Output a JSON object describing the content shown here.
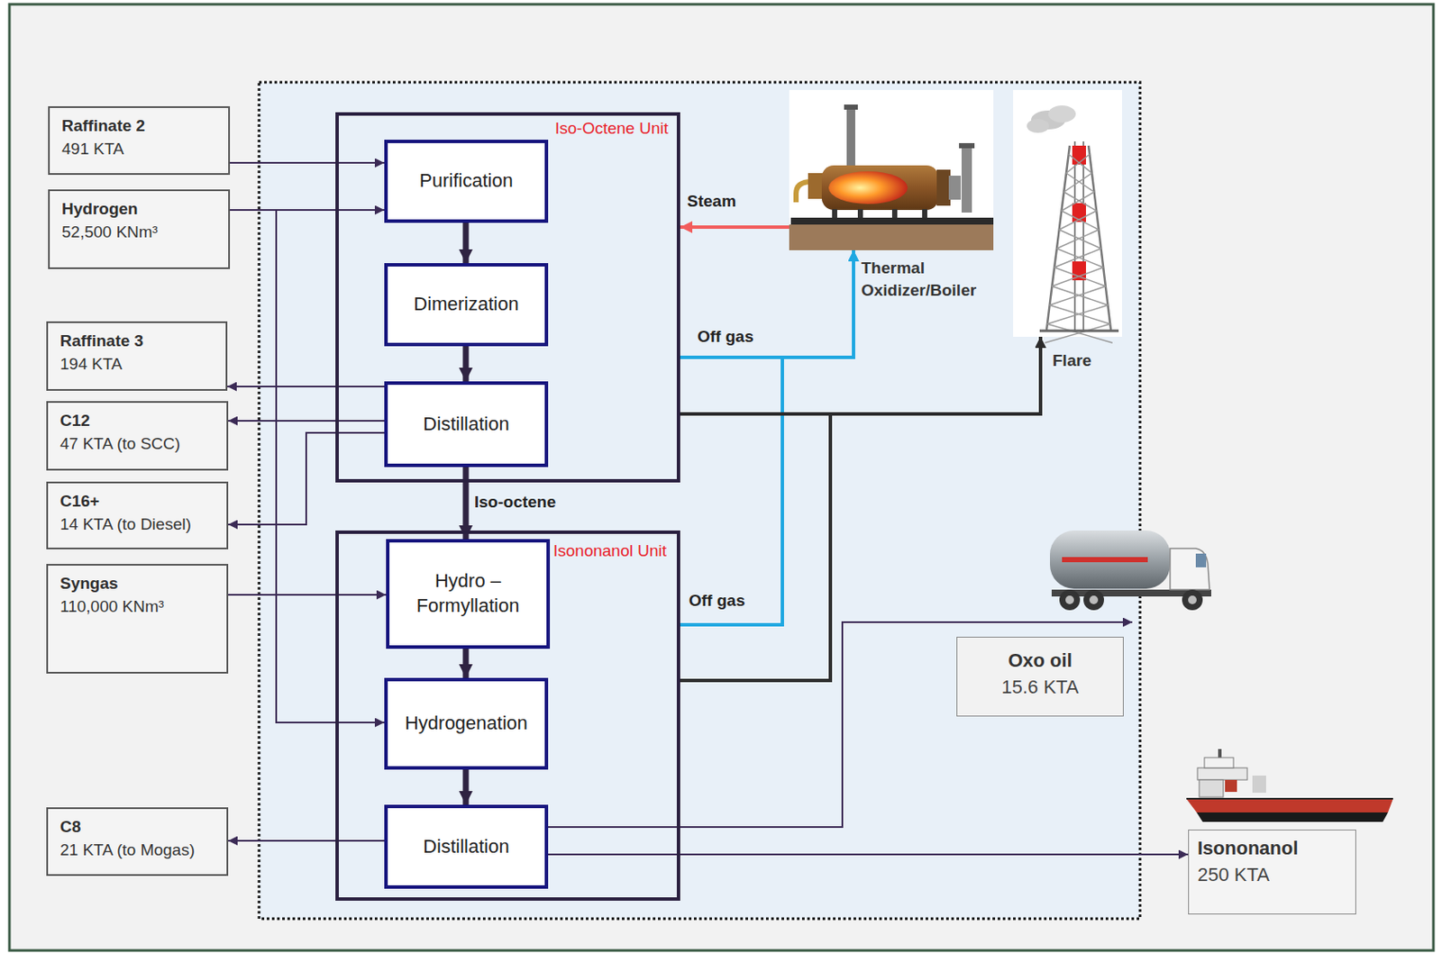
{
  "diagram": {
    "nodes": [
      {
        "text": [
          "Raffinate 2",
          "491 KTA"
        ]
      },
      {
        "text": [
          "Hydrogen",
          "52,500 KNm³"
        ]
      },
      {
        "text": [
          "Iso-Octene Unit"
        ]
      },
      {
        "text": [
          "Purification"
        ],
        "in": 2
      },
      {
        "text": [
          "Dimerization"
        ],
        "in": 2
      },
      {
        "text": [
          "Distillation"
        ],
        "in": 2
      },
      {
        "text": [
          "Raffinate 3",
          "194 KTA"
        ]
      },
      {
        "text": [
          "C12",
          "47 KTA (to SCC)"
        ]
      },
      {
        "text": [
          "C16+",
          "14 KTA (to Diesel)"
        ]
      },
      {
        "text": [
          "Thermal Oxidizer/Boiler"
        ]
      },
      {
        "text": [
          "Flare"
        ]
      },
      {
        "text": [
          "Isononanol Unit"
        ]
      },
      {
        "text": [
          "Hydro – Formyllation"
        ],
        "in": 11
      },
      {
        "text": [
          "Hydrogenation"
        ],
        "in": 11
      },
      {
        "text": [
          "Distillation"
        ],
        "in": 11
      },
      {
        "text": [
          "Syngas",
          "110,000 KNm³"
        ]
      },
      {
        "text": [
          "Oxo oil",
          "15.6 KTA"
        ]
      },
      {
        "text": [
          "C8",
          "21 KTA (to Mogas)"
        ]
      },
      {
        "text": [
          "Isononanol",
          "250 KTA"
        ]
      }
    ],
    "edges": [
      {
        "from": 0,
        "to": 3,
        "arrow": "to"
      },
      {
        "from": 1,
        "to": 3,
        "arrow": "to"
      },
      {
        "from": 1,
        "to": 13,
        "arrow": "to"
      },
      {
        "from": 3,
        "to": 4,
        "arrow": "to"
      },
      {
        "from": 4,
        "to": 5,
        "arrow": "to"
      },
      {
        "from": 5,
        "to": 6,
        "arrow": "to"
      },
      {
        "from": 5,
        "to": 7,
        "arrow": "to"
      },
      {
        "from": 5,
        "to": 8,
        "arrow": "to"
      },
      {
        "from": 5,
        "to": 12,
        "label": "Iso-octene",
        "arrow": "to"
      },
      {
        "from": 9,
        "to": 2,
        "label": "Steam",
        "arrow": "to"
      },
      {
        "from": 2,
        "to": 9,
        "label": "Off gas",
        "arrow": "to"
      },
      {
        "from": 11,
        "to": 9,
        "label": "Off gas",
        "arrow": "to"
      },
      {
        "from": 2,
        "to": 10,
        "arrow": "to"
      },
      {
        "from": 11,
        "to": 10,
        "arrow": "to"
      },
      {
        "from": 12,
        "to": 13,
        "arrow": "to"
      },
      {
        "from": 13,
        "to": 14,
        "arrow": "to"
      },
      {
        "from": 15,
        "to": 12,
        "arrow": "to"
      },
      {
        "from": 14,
        "to": 17,
        "arrow": "to"
      },
      {
        "from": 14,
        "to": 16,
        "arrow": "to"
      },
      {
        "from": 14,
        "to": 18,
        "arrow": "to"
      }
    ]
  }
}
